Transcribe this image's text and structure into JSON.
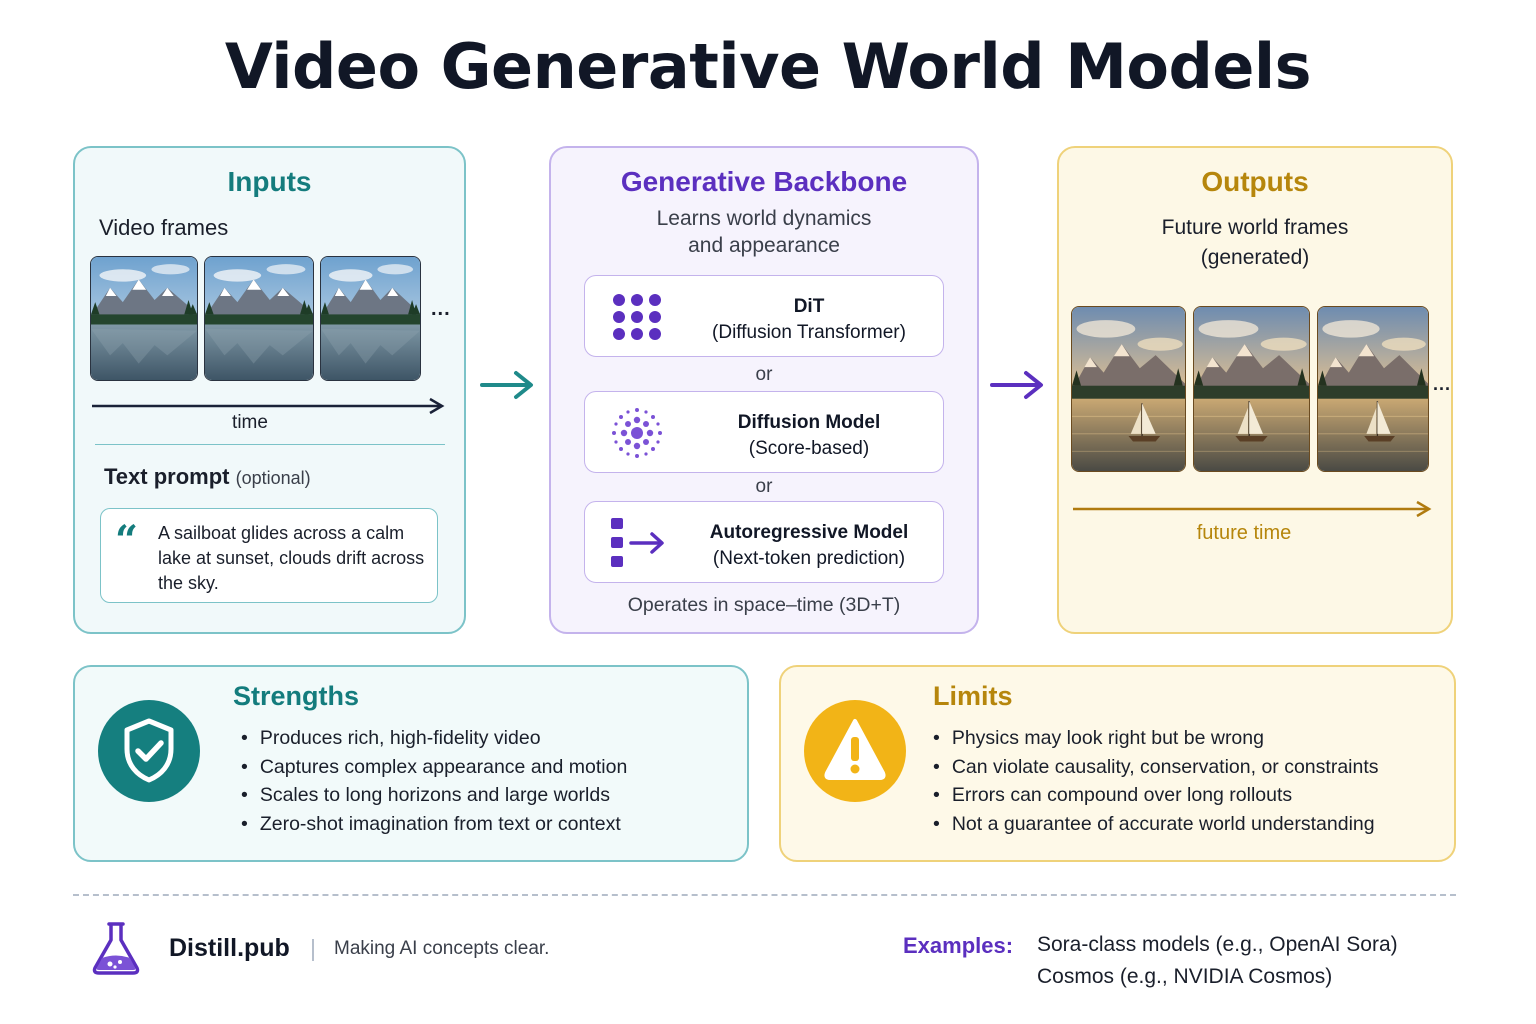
{
  "title": "Video Generative World Models",
  "inputs": {
    "title": "Inputs",
    "video_label": "Video frames",
    "ellipsis": "...",
    "time_label": "time",
    "text_prompt_label": "Text prompt",
    "optional_label": "(optional)",
    "quote_mark": "“",
    "prompt_text": "A sailboat glides across a calm lake at sunset, clouds drift across the sky."
  },
  "backbone": {
    "title": "Generative Backbone",
    "subtitle_line1": "Learns world dynamics",
    "subtitle_line2": "and appearance",
    "options": [
      {
        "name": "DiT",
        "detail": "(Diffusion Transformer)",
        "icon": "grid-dots-icon"
      },
      {
        "name": "Diffusion Model",
        "detail": "(Score-based)",
        "icon": "radial-dots-icon"
      },
      {
        "name": "Autoregressive Model",
        "detail": "(Next-token prediction)",
        "icon": "token-arrow-icon"
      }
    ],
    "or_label": "or",
    "footer": "Operates in space–time (3D+T)"
  },
  "outputs": {
    "title": "Outputs",
    "subtitle_line1": "Future world frames",
    "subtitle_line2": "(generated)",
    "ellipsis": "...",
    "time_label": "future time"
  },
  "strengths": {
    "title": "Strengths",
    "icon": "shield-check-icon",
    "items": [
      "Produces rich, high-fidelity video",
      "Captures complex appearance and motion",
      "Scales to long horizons and large worlds",
      "Zero-shot imagination from text or context"
    ]
  },
  "limits": {
    "title": "Limits",
    "icon": "warning-icon",
    "items": [
      "Physics may look right but be wrong",
      "Can violate causality, conservation, or constraints",
      "Errors can compound over long rollouts",
      "Not a guarantee of accurate world understanding"
    ]
  },
  "footer": {
    "brand": "Distill.pub",
    "tagline": "Making AI concepts clear.",
    "examples_label": "Examples:",
    "examples": [
      "Sora-class models (e.g., OpenAI Sora)",
      "Cosmos (e.g., NVIDIA Cosmos)"
    ]
  },
  "colors": {
    "teal": "#147c7d",
    "purple": "#5b2fbf",
    "gold": "#b6860c"
  }
}
